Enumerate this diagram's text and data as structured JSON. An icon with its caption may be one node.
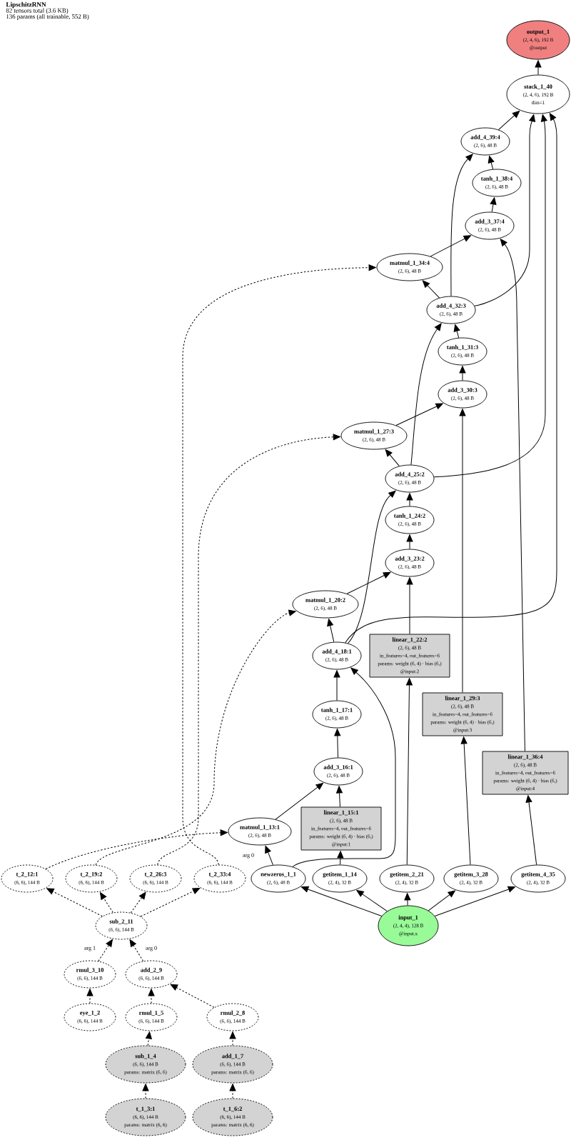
{
  "diagram": {
    "title": "LipschitzRNN",
    "nodes": [
      {
        "text": [
          "output_1",
          "(2, 4, 6), 192 B",
          "@output"
        ]
      },
      {
        "text": [
          "stack_1_40",
          "(2, 4, 6), 192 B",
          "dim=1"
        ]
      },
      {
        "text": [
          "add_4_39:4",
          "(2, 6), 48 B"
        ]
      },
      {
        "text": [
          "tanh_1_38:4",
          "(2, 6), 48 B"
        ]
      },
      {
        "text": [
          "add_3_37:4",
          "(2, 6), 48 B"
        ]
      },
      {
        "text": [
          "matmul_1_34:4",
          "(2, 6), 48 B"
        ]
      },
      {
        "text": [
          "add_4_32:3",
          "(2, 6), 48 B"
        ]
      },
      {
        "text": [
          "tanh_1_31:3",
          "(2, 6), 48 B"
        ]
      },
      {
        "text": [
          "add_3_30:3",
          "(2, 6), 48 B"
        ]
      },
      {
        "text": [
          "matmul_1_27:3",
          "(2, 6), 48 B"
        ]
      },
      {
        "text": [
          "add_4_25:2",
          "(2, 6), 48 B"
        ]
      },
      {
        "text": [
          "tanh_1_24:2",
          "(2, 6), 48 B"
        ]
      },
      {
        "text": [
          "add_3_23:2",
          "(2, 6), 48 B"
        ]
      },
      {
        "text": [
          "matmul_1_20:2",
          "(2, 6), 48 B"
        ]
      },
      {
        "text": [
          "linear_1_22:2",
          "(2, 6), 48 B",
          "in_features=4, out_features=6",
          "params: weight (6, 4) · bias (6,)",
          "@input:2"
        ]
      },
      {
        "text": [
          "add_4_18:1",
          "(2, 6), 48 B"
        ]
      },
      {
        "text": [
          "linear_1_29:3",
          "(2, 6), 48 B",
          "in_features=4, out_features=6",
          "params: weight (6, 4) · bias (6,)",
          "@input:3"
        ]
      },
      {
        "text": [
          "tanh_1_17:1",
          "(2, 6), 48 B"
        ]
      },
      {
        "text": [
          "linear_1_36:4",
          "(2, 6), 48 B",
          "in_features=4, out_features=6",
          "params: weight (6, 4) · bias (6,)",
          "@input:4"
        ]
      },
      {
        "text": [
          "add_3_16:1",
          "(2, 6), 48 B"
        ]
      },
      {
        "text": [
          "linear_1_15:1",
          "(2, 6), 48 B",
          "in_features=4, out_features=6",
          "params: weight (6, 4) · bias (6,)",
          "@input:1"
        ]
      },
      {
        "text": [
          "matmul_1_13:1",
          "(2, 6), 48 B"
        ]
      },
      {
        "text": [
          "t_2_12:1",
          "(6, 6), 144 B"
        ]
      },
      {
        "text": [
          "t_2_19:2",
          "(6, 6), 144 B"
        ]
      },
      {
        "text": [
          "t_2_26:3",
          "(6, 6), 144 B"
        ]
      },
      {
        "text": [
          "t_2_33:4",
          "(6, 6), 144 B"
        ]
      },
      {
        "text": [
          "newzeros_1_1",
          "(2, 6), 48 B"
        ]
      },
      {
        "text": [
          "getitem_1_14",
          "(2, 4), 32 B"
        ]
      },
      {
        "text": [
          "getitem_2_21",
          "(2, 4), 32 B"
        ]
      },
      {
        "text": [
          "getitem_3_28",
          "(2, 4), 32 B"
        ]
      },
      {
        "text": [
          "getitem_4_35",
          "(2, 4), 32 B"
        ]
      },
      {
        "text": [
          "sub_2_11",
          "(6, 6), 144 B"
        ]
      },
      {
        "text": [
          "input_1",
          "(2, 4, 4), 128 B",
          "@input.x"
        ]
      },
      {
        "text": [
          "rmul_3_10",
          "(6, 6), 144 B"
        ]
      },
      {
        "text": [
          "add_2_9",
          "(6, 6), 144 B"
        ]
      },
      {
        "text": [
          "eye_1_2",
          "(6, 6), 144 B"
        ]
      },
      {
        "text": [
          "rmul_1_5",
          "(6, 6), 144 B"
        ]
      },
      {
        "text": [
          "rmul_2_8",
          "(6, 6), 144 B"
        ]
      },
      {
        "text": [
          "sub_1_4",
          "(6, 6), 144 B",
          "params: matrix (6, 6)"
        ]
      },
      {
        "text": [
          "add_1_7",
          "(6, 6), 144 B",
          "params: matrix (6, 6)"
        ]
      },
      {
        "text": [
          "t_1_3:1",
          "(6, 6), 144 B",
          "params: matrix (6, 6)"
        ]
      },
      {
        "text": [
          "t_1_6:2",
          "(6, 6), 144 B",
          "params: matrix (6, 6)"
        ]
      }
    ],
    "edges": [
      {
        "from": 1,
        "to": 0,
        "arrow": "to"
      },
      {
        "from": 2,
        "to": 1,
        "arrow": "to"
      },
      {
        "from": 6,
        "to": 1,
        "arrow": "to"
      },
      {
        "from": 10,
        "to": 1,
        "arrow": "to"
      },
      {
        "from": 15,
        "to": 1,
        "arrow": "to"
      },
      {
        "from": 3,
        "to": 2,
        "arrow": "to"
      },
      {
        "from": 6,
        "to": 2,
        "arrow": "to"
      },
      {
        "from": 4,
        "to": 3,
        "arrow": "to"
      },
      {
        "from": 5,
        "to": 4,
        "arrow": "to"
      },
      {
        "from": 18,
        "to": 4,
        "arrow": "to"
      },
      {
        "from": 6,
        "to": 5,
        "arrow": "to"
      },
      {
        "from": 25,
        "to": 5,
        "arrow": "to",
        "style": "dashed"
      },
      {
        "from": 7,
        "to": 6,
        "arrow": "to"
      },
      {
        "from": 10,
        "to": 6,
        "arrow": "to"
      },
      {
        "from": 8,
        "to": 7,
        "arrow": "to"
      },
      {
        "from": 9,
        "to": 8,
        "arrow": "to"
      },
      {
        "from": 16,
        "to": 8,
        "arrow": "to"
      },
      {
        "from": 10,
        "to": 9,
        "arrow": "to"
      },
      {
        "from": 24,
        "to": 9,
        "arrow": "to",
        "style": "dashed"
      },
      {
        "from": 11,
        "to": 10,
        "arrow": "to"
      },
      {
        "from": 15,
        "to": 10,
        "arrow": "to"
      },
      {
        "from": 12,
        "to": 11,
        "arrow": "to"
      },
      {
        "from": 13,
        "to": 12,
        "arrow": "to"
      },
      {
        "from": 14,
        "to": 12,
        "arrow": "to"
      },
      {
        "from": 15,
        "to": 13,
        "arrow": "to"
      },
      {
        "from": 23,
        "to": 13,
        "arrow": "to",
        "style": "dashed"
      },
      {
        "from": 28,
        "to": 14,
        "arrow": "to"
      },
      {
        "from": 17,
        "to": 15,
        "arrow": "to"
      },
      {
        "from": 26,
        "to": 15,
        "arrow": "to"
      },
      {
        "from": 29,
        "to": 16,
        "arrow": "to"
      },
      {
        "from": 19,
        "to": 17,
        "arrow": "to"
      },
      {
        "from": 30,
        "to": 18,
        "arrow": "to"
      },
      {
        "from": 21,
        "to": 19,
        "arrow": "to"
      },
      {
        "from": 20,
        "to": 19,
        "arrow": "to"
      },
      {
        "from": 27,
        "to": 20,
        "arrow": "to"
      },
      {
        "from": 22,
        "to": 21,
        "arrow": "to",
        "style": "dashed"
      },
      {
        "from": 26,
        "to": 21,
        "arrow": "to",
        "label": "arg 0"
      },
      {
        "from": 31,
        "to": 22,
        "arrow": "to",
        "style": "dashed"
      },
      {
        "from": 31,
        "to": 23,
        "arrow": "to",
        "style": "dashed"
      },
      {
        "from": 31,
        "to": 24,
        "arrow": "to",
        "style": "dashed"
      },
      {
        "from": 31,
        "to": 25,
        "arrow": "to",
        "style": "dashed"
      },
      {
        "from": 32,
        "to": 26,
        "arrow": "to"
      },
      {
        "from": 32,
        "to": 27,
        "arrow": "to"
      },
      {
        "from": 32,
        "to": 28,
        "arrow": "to"
      },
      {
        "from": 32,
        "to": 29,
        "arrow": "to"
      },
      {
        "from": 32,
        "to": 30,
        "arrow": "to"
      },
      {
        "from": 33,
        "to": 31,
        "arrow": "to",
        "style": "dashed",
        "label": "arg 1"
      },
      {
        "from": 34,
        "to": 31,
        "arrow": "to",
        "style": "dashed",
        "label": "arg 0"
      },
      {
        "from": 35,
        "to": 33,
        "arrow": "to",
        "style": "dashed"
      },
      {
        "from": 36,
        "to": 34,
        "arrow": "to",
        "style": "dashed"
      },
      {
        "from": 37,
        "to": 34,
        "arrow": "to",
        "style": "dashed"
      },
      {
        "from": 38,
        "to": 36,
        "arrow": "to",
        "style": "dashed"
      },
      {
        "from": 39,
        "to": 37,
        "arrow": "to",
        "style": "dashed"
      },
      {
        "from": 40,
        "to": 38,
        "arrow": "to",
        "style": "dashed"
      },
      {
        "from": 41,
        "to": 39,
        "arrow": "to",
        "style": "dashed"
      }
    ],
    "labels": [
      "82 tensors total (3.6 KB)",
      "136 params (all trainable, 552 B)"
    ]
  }
}
